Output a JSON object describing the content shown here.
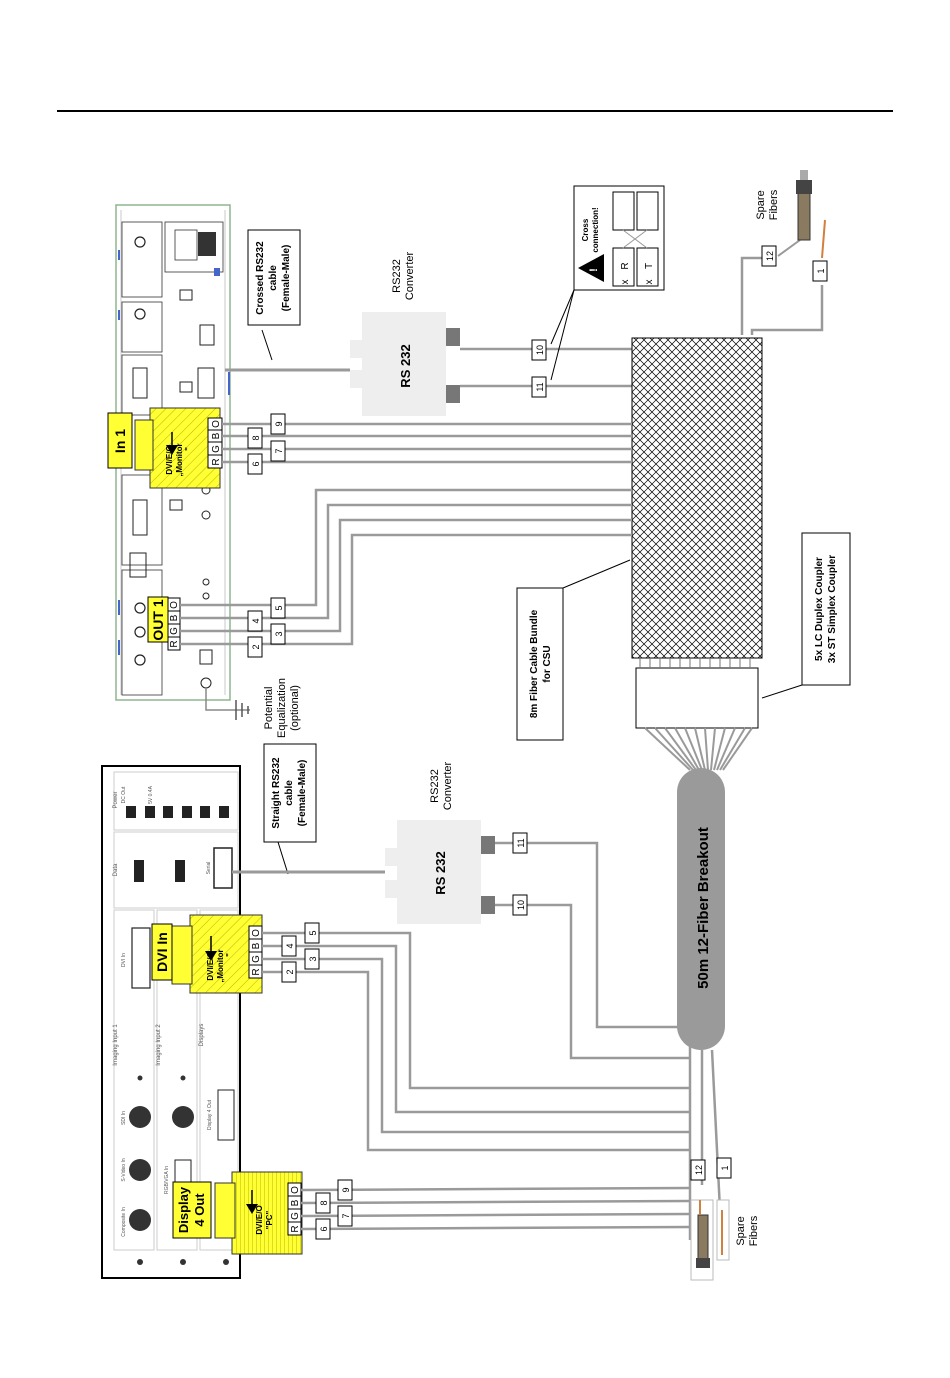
{
  "header_rule": true,
  "colors": {
    "fiber": "#9a9a9a",
    "yellow": "#ffff33",
    "converter": "#eeeeee",
    "connector": "#777777",
    "frame": "#000000",
    "panel_green": "#8db58d"
  },
  "top": {
    "crossed_cable": [
      "Crossed RS232",
      "cable",
      "(Female-Male)"
    ],
    "rs232_label": "RS 232",
    "rs232_converter": [
      "RS232",
      "Converter"
    ],
    "cross_note": [
      "Cross",
      "connection!"
    ],
    "rx": [
      "R",
      "x"
    ],
    "tx": [
      "T",
      "x"
    ],
    "spare_fibers": [
      "Spare",
      "Fibers"
    ],
    "in1": "In 1",
    "dvi_monitor": [
      "DVI/E/O",
      "„Monitor",
      "\""
    ],
    "out1": "OUT 1",
    "rgbo": [
      "R",
      "G",
      "B",
      "O"
    ],
    "potential": [
      "Potential",
      "Equalization",
      "(optional)"
    ],
    "bundle": [
      "8m Fiber Cable Bundle",
      "for CSU"
    ],
    "coupler": [
      "5x LC Duplex Coupler",
      "3x ST Simplex Coupler"
    ],
    "numbers": {
      "n1": "1",
      "n12": "12",
      "n10": "10",
      "n11": "11",
      "n9": "9",
      "n8": "8",
      "n7": "7",
      "n6": "6",
      "n5": "5",
      "n4": "4",
      "n3": "3",
      "n2": "2"
    }
  },
  "bottom": {
    "straight_cable": [
      "Straight RS232",
      "cable",
      "(Female-Male)"
    ],
    "rs232_label": "RS 232",
    "rs232_converter": [
      "RS232",
      "Converter"
    ],
    "breakout": "50m 12-Fiber Breakout",
    "dvi_in": "DVI In",
    "display4": [
      "Display",
      "4 Out"
    ],
    "dvi_monitor": [
      "DVI/E/O",
      "„Monitor",
      "\""
    ],
    "dvi_pc": [
      "DVI/E/O",
      "\"PC\""
    ],
    "rgbo": [
      "R",
      "G",
      "B",
      "O"
    ],
    "spare_fibers": [
      "Spare",
      "Fibers"
    ],
    "panel": {
      "power": "Power",
      "data": "Data",
      "imaging1": "Imaging Input 1",
      "imaging2": "Imaging Input 2",
      "displays": "Displays",
      "dvi_in_small": "DVI In",
      "sdi_in": "SDI In",
      "svideo_in": "S-Video In",
      "composite_in": "Composite In",
      "rgb_in": "RGB/VGA In",
      "display_out": "Display 4 Out",
      "dc_out": "DC Out",
      "v04a": "5V 0.4A",
      "serial": "Serial"
    },
    "numbers": {
      "n1": "1",
      "n12": "12",
      "n10": "10",
      "n11": "11",
      "n9": "9",
      "n8": "8",
      "n7": "7",
      "n6": "6",
      "n5": "5",
      "n4": "4",
      "n3": "3",
      "n2": "2"
    }
  }
}
